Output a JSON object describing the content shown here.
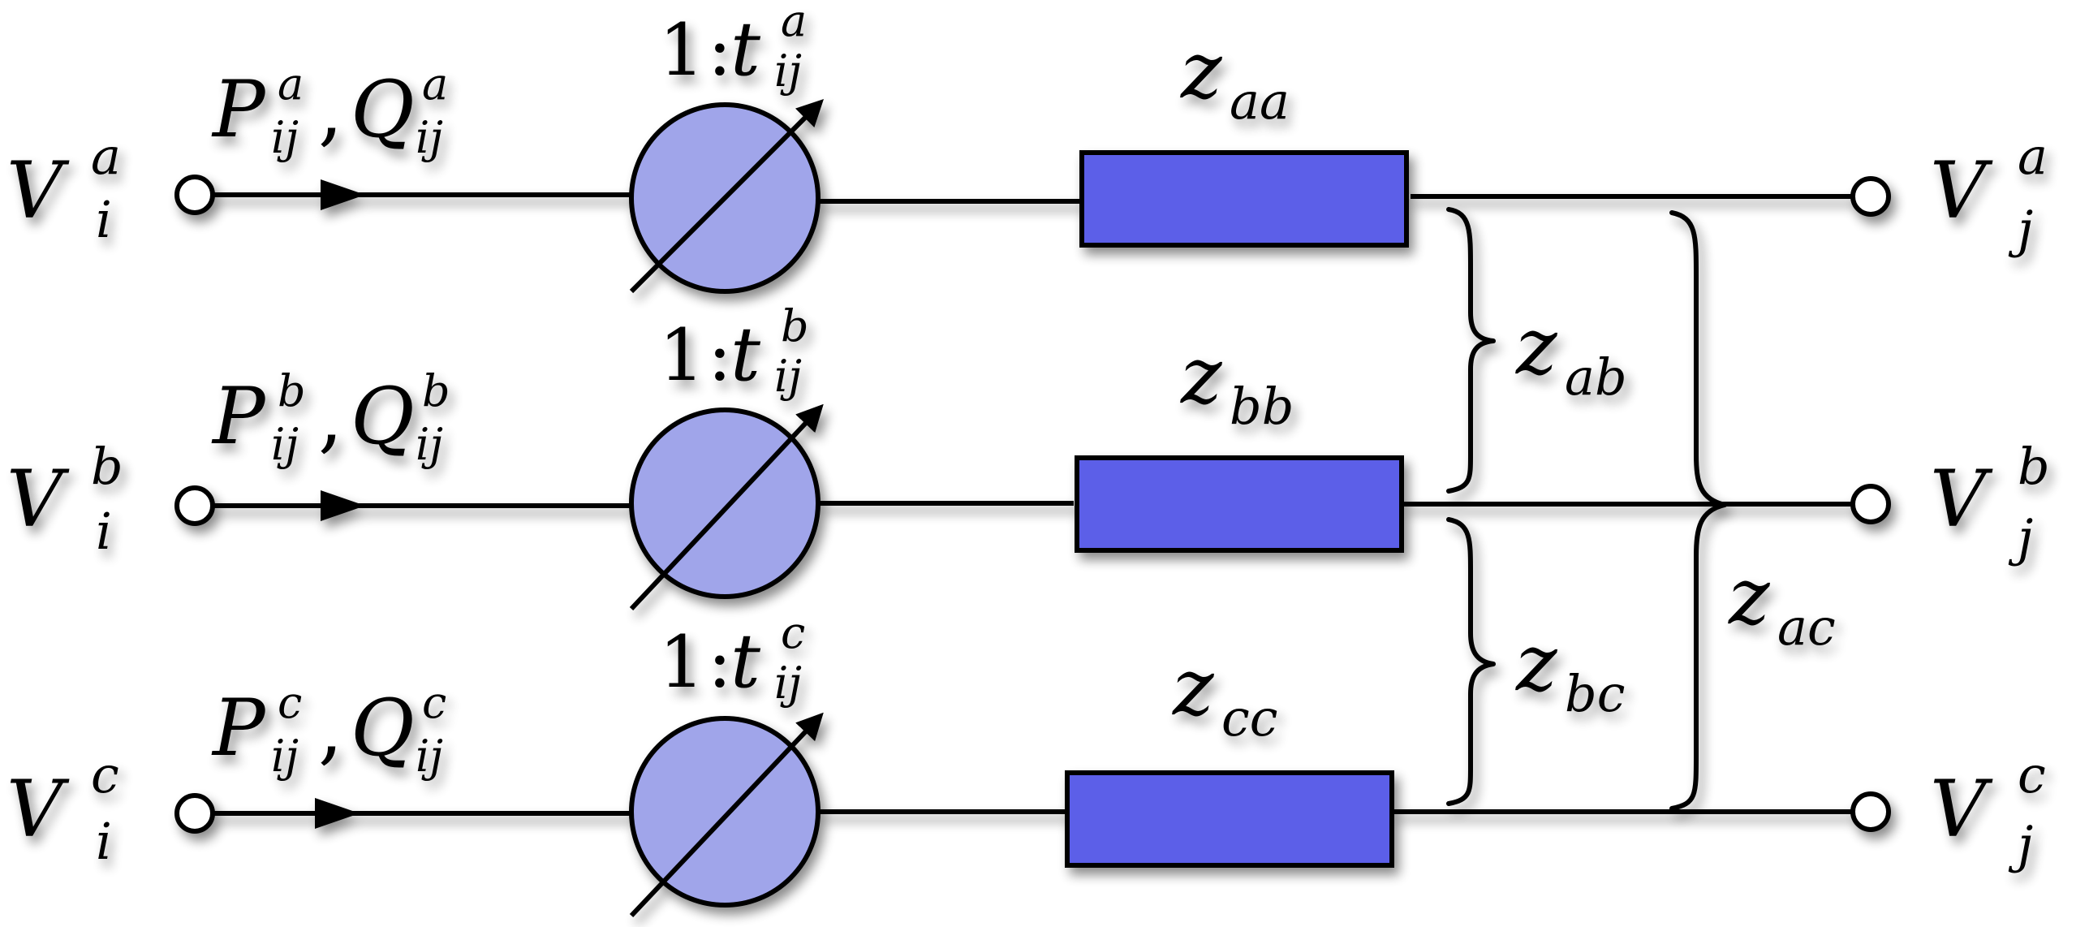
{
  "phases": [
    {
      "source": {
        "V": "V",
        "sup": "a",
        "sub": "i"
      },
      "flow": {
        "P": "P",
        "Q": "Q",
        "sup": "a",
        "sub": "ij"
      },
      "ratio": {
        "one": "1",
        "colon": ":",
        "t": "t",
        "sup": "a",
        "sub": "ij"
      },
      "impedance": {
        "z": "z",
        "sub": "aa"
      },
      "dest": {
        "V": "V",
        "sup": "a",
        "sub": "j"
      }
    },
    {
      "source": {
        "V": "V",
        "sup": "b",
        "sub": "i"
      },
      "flow": {
        "P": "P",
        "Q": "Q",
        "sup": "b",
        "sub": "ij"
      },
      "ratio": {
        "one": "1",
        "colon": ":",
        "t": "t",
        "sup": "b",
        "sub": "ij"
      },
      "impedance": {
        "z": "z",
        "sub": "bb"
      },
      "dest": {
        "V": "V",
        "sup": "b",
        "sub": "j"
      }
    },
    {
      "source": {
        "V": "V",
        "sup": "c",
        "sub": "i"
      },
      "flow": {
        "P": "P",
        "Q": "Q",
        "sup": "c",
        "sub": "ij"
      },
      "ratio": {
        "one": "1",
        "colon": ":",
        "t": "t",
        "sup": "c",
        "sub": "ij"
      },
      "impedance": {
        "z": "z",
        "sub": "cc"
      },
      "dest": {
        "V": "V",
        "sup": "c",
        "sub": "j"
      }
    }
  ],
  "mutual": {
    "ab": {
      "z": "z",
      "sub": "ab"
    },
    "bc": {
      "z": "z",
      "sub": "bc"
    },
    "ac": {
      "z": "z",
      "sub": "ac"
    }
  },
  "comma": ",",
  "colors": {
    "transformer_fill": "#a0a5ea",
    "impedance_fill": "#5c5fe8",
    "stroke": "#000000"
  },
  "icons": {
    "terminal": "open-circle-terminal",
    "transformer": "variable-ratio-transformer-circle",
    "flow_arrow": "filled-triangle-arrow",
    "brace": "curly-brace"
  }
}
